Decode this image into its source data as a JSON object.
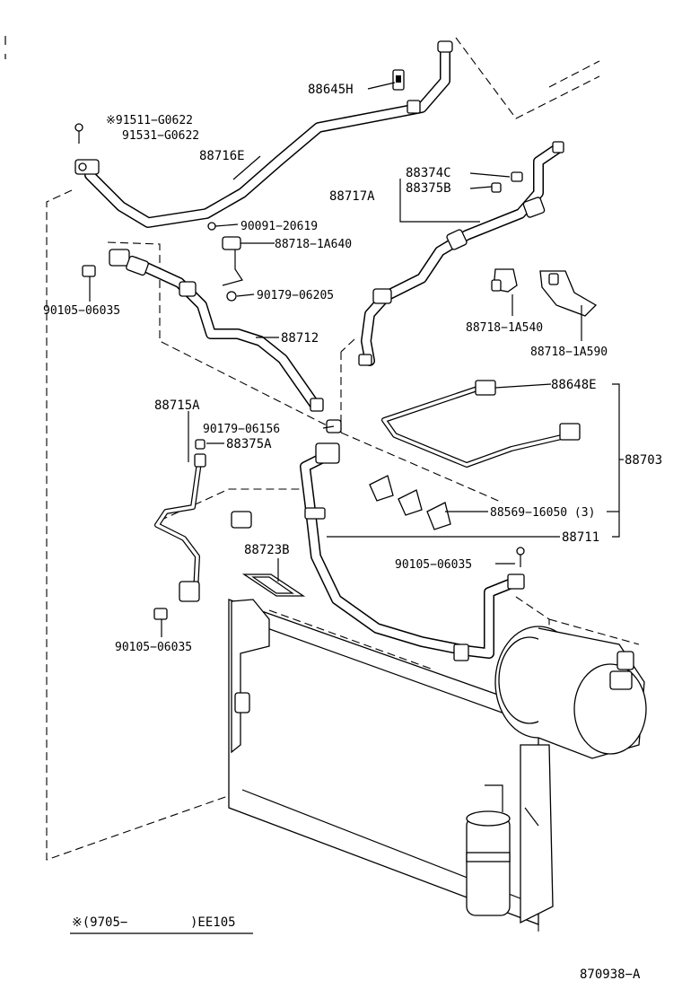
{
  "labels": {
    "p88645H": "88645H",
    "p91511": "※91511−G0622",
    "p91531": "91531−G0622",
    "p88716E": "88716E",
    "p88374C": "88374C",
    "p88375B": "88375B",
    "p88717A": "88717A",
    "p90091": "90091−20619",
    "p88718_1A640": "88718−1A640",
    "p90105_a": "90105−06035",
    "p90179_06205": "90179−06205",
    "p88718_1A540": "88718−1A540",
    "p88718_1A590": "88718−1A590",
    "p88712": "88712",
    "p88648E": "88648E",
    "p88715A": "88715A",
    "p90179_06156": "90179−06156",
    "p88375A": "88375A",
    "p88703": "88703",
    "p88569": "88569−16050 (3)",
    "p88711": "88711",
    "p88723B": "88723B",
    "p90105_b": "90105−06035",
    "p90105_c": "90105−06035"
  },
  "footer": {
    "note_prefix": "※(9705−",
    "note_suffix": ")EE105",
    "diagram_number": "870938−A"
  }
}
